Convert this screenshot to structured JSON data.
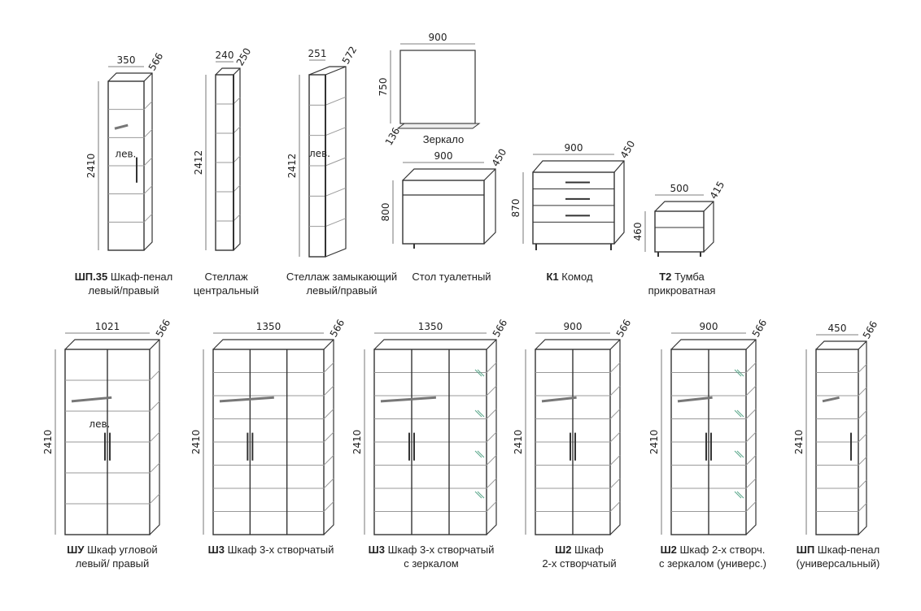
{
  "items": [
    {
      "code": "ШП.35",
      "line1": "Шкаф-пенал",
      "line2": "левый/правый",
      "width": "350",
      "depth": "566",
      "height": "2410",
      "note": "лев."
    },
    {
      "code": "",
      "line1": "Стеллаж",
      "line2": "центральный",
      "width": "240",
      "depth": "250",
      "height": "2412",
      "note": ""
    },
    {
      "code": "",
      "line1": "Стеллаж замыкающий",
      "line2": "левый/правый",
      "width": "251",
      "depth": "572",
      "height": "2412",
      "note": "лев."
    },
    {
      "code": "",
      "line1": "Зеркало",
      "line2": "",
      "width": "900",
      "depth": "136",
      "height": "750",
      "note": ""
    },
    {
      "code": "",
      "line1": "Стол туалетный",
      "line2": "",
      "width": "900",
      "depth": "450",
      "height": "800",
      "note": ""
    },
    {
      "code": "К1",
      "line1": "Комод",
      "line2": "",
      "width": "900",
      "depth": "450",
      "height": "870",
      "note": ""
    },
    {
      "code": "Т2",
      "line1": "Тумба",
      "line2": "прикроватная",
      "width": "500",
      "depth": "415",
      "height": "460",
      "note": ""
    },
    {
      "code": "ШУ",
      "line1": "Шкаф угловой",
      "line2": "левый/ правый",
      "width": "1021",
      "depth": "566",
      "height": "2410",
      "note": "лев."
    },
    {
      "code": "Ш3",
      "line1": "Шкаф 3-х створчатый",
      "line2": "",
      "width": "1350",
      "depth": "566",
      "height": "2410",
      "note": ""
    },
    {
      "code": "Ш3",
      "line1": "Шкаф 3-х створчатый",
      "line2": "с зеркалом",
      "width": "1350",
      "depth": "566",
      "height": "2410",
      "note": ""
    },
    {
      "code": "Ш2",
      "line1": "Шкаф",
      "line2": "2-х створчатый",
      "width": "900",
      "depth": "566",
      "height": "2410",
      "note": ""
    },
    {
      "code": "Ш2",
      "line1": "Шкаф 2-х створч.",
      "line2": "с зеркалом (универс.)",
      "width": "900",
      "depth": "566",
      "height": "2410",
      "note": ""
    },
    {
      "code": "ШП",
      "line1": "Шкаф-пенал",
      "line2": "(универсальный)",
      "width": "450",
      "depth": "566",
      "height": "2410",
      "note": ""
    }
  ],
  "colors": {
    "line": "#333333",
    "thin": "#9a9a9a",
    "mirror": "#5aa88a"
  }
}
